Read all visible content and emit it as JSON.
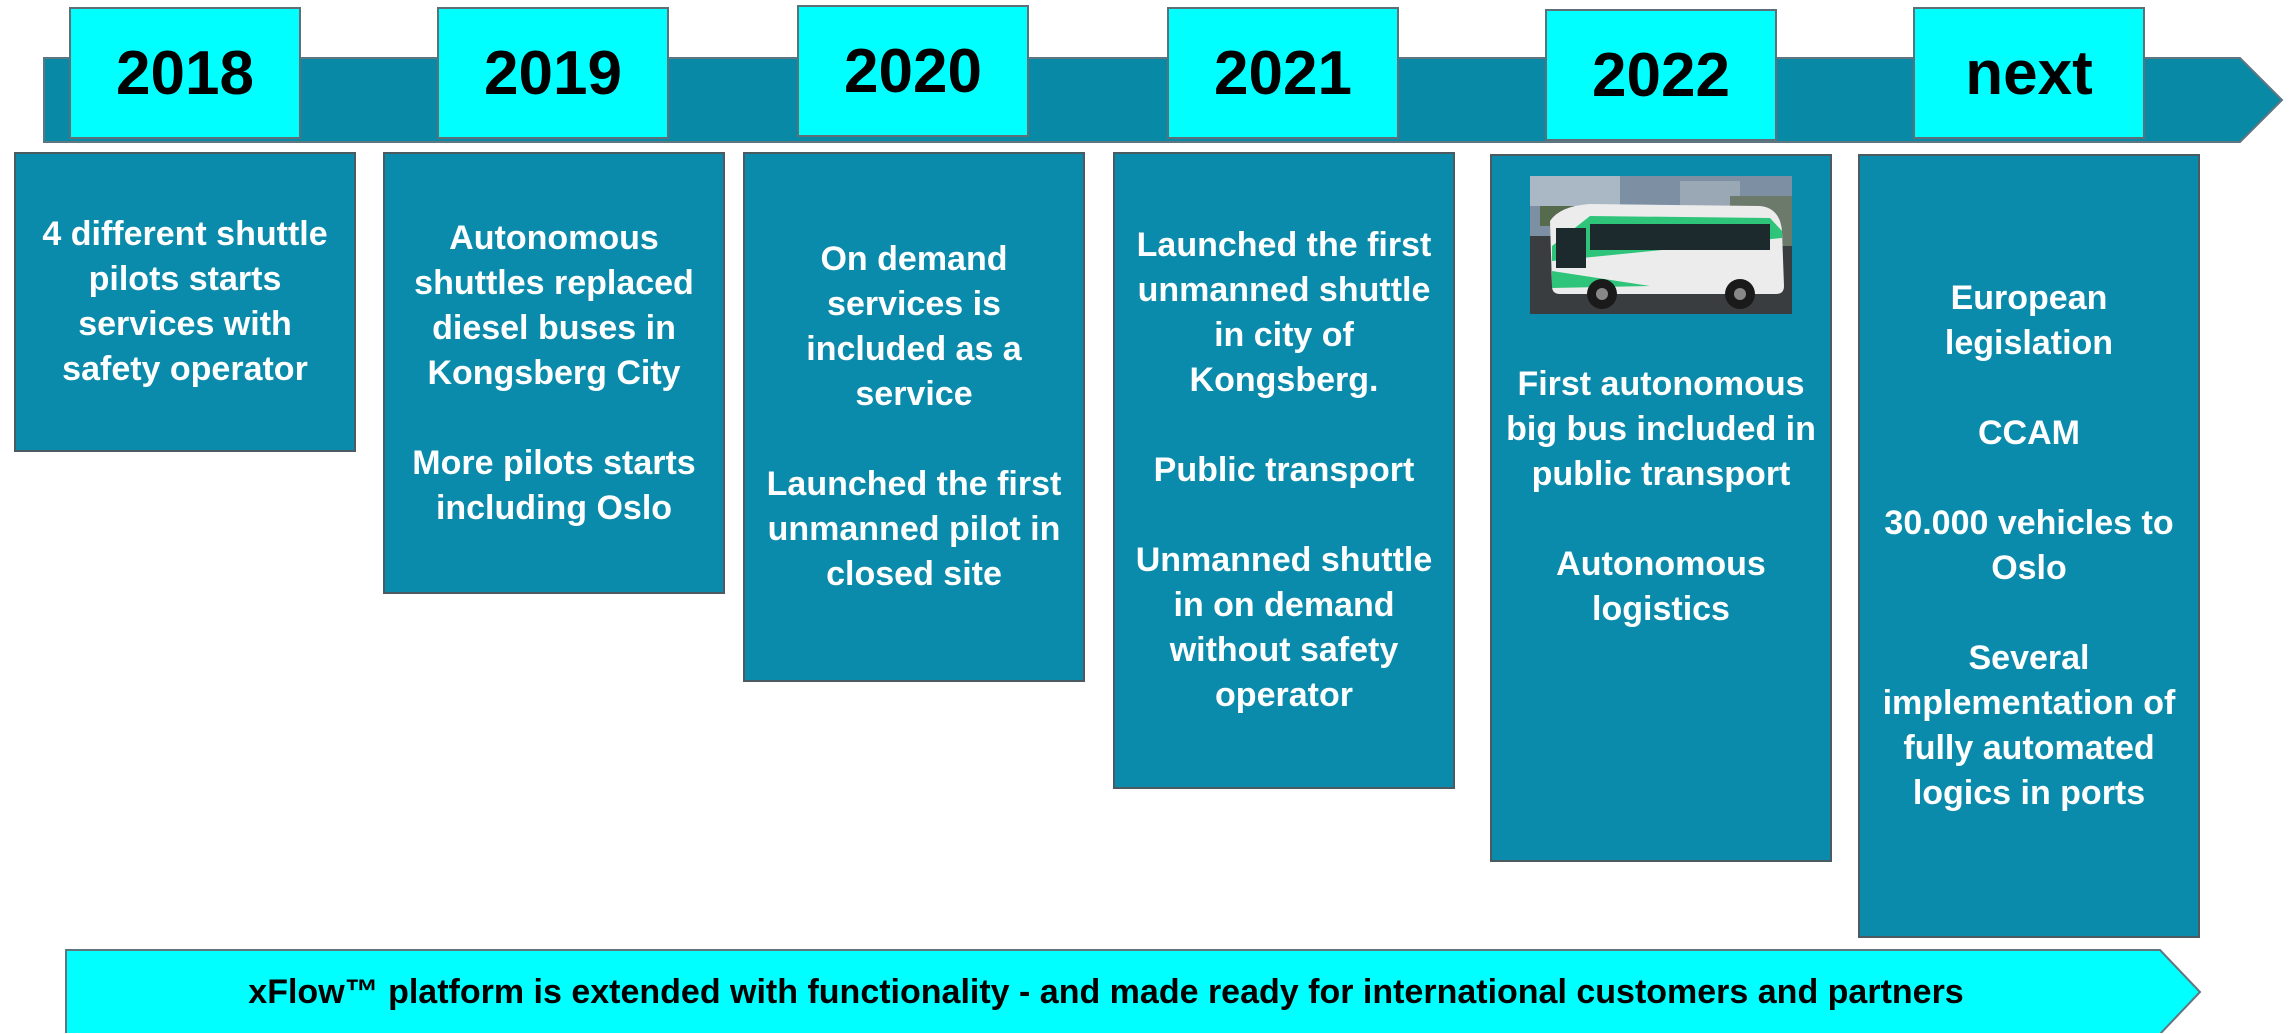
{
  "colors": {
    "arrow": "#088aa6",
    "tab": "#00ffff",
    "box": "#0a8bab",
    "banner": "#00ffff"
  },
  "timeline": [
    {
      "year": "2018",
      "paragraphs": [
        "4 different shuttle pilots starts services with safety operator"
      ]
    },
    {
      "year": "2019",
      "paragraphs": [
        "Autonomous shuttles replaced diesel buses in Kongsberg City",
        "More pilots starts including Oslo"
      ]
    },
    {
      "year": "2020",
      "paragraphs": [
        "On demand services is included as a service",
        "Launched the first unmanned pilot in closed site"
      ]
    },
    {
      "year": "2021",
      "paragraphs": [
        "Launched the first unmanned shuttle in city of Kongsberg.",
        "Public transport",
        "Unmanned shuttle in on demand without safety operator"
      ]
    },
    {
      "year": "2022",
      "photo": "green-white-autonomous-bus-photo",
      "paragraphs": [
        "First autonomous big bus included in public transport",
        "Autonomous logistics"
      ]
    },
    {
      "year": "next",
      "paragraphs": [
        "European legislation",
        "CCAM",
        "30.000 vehicles to Oslo",
        "Several implementation of fully automated logics in ports"
      ]
    }
  ],
  "banner": {
    "text": "xFlow™ platform is extended with functionality - and made ready for international customers and partners"
  }
}
